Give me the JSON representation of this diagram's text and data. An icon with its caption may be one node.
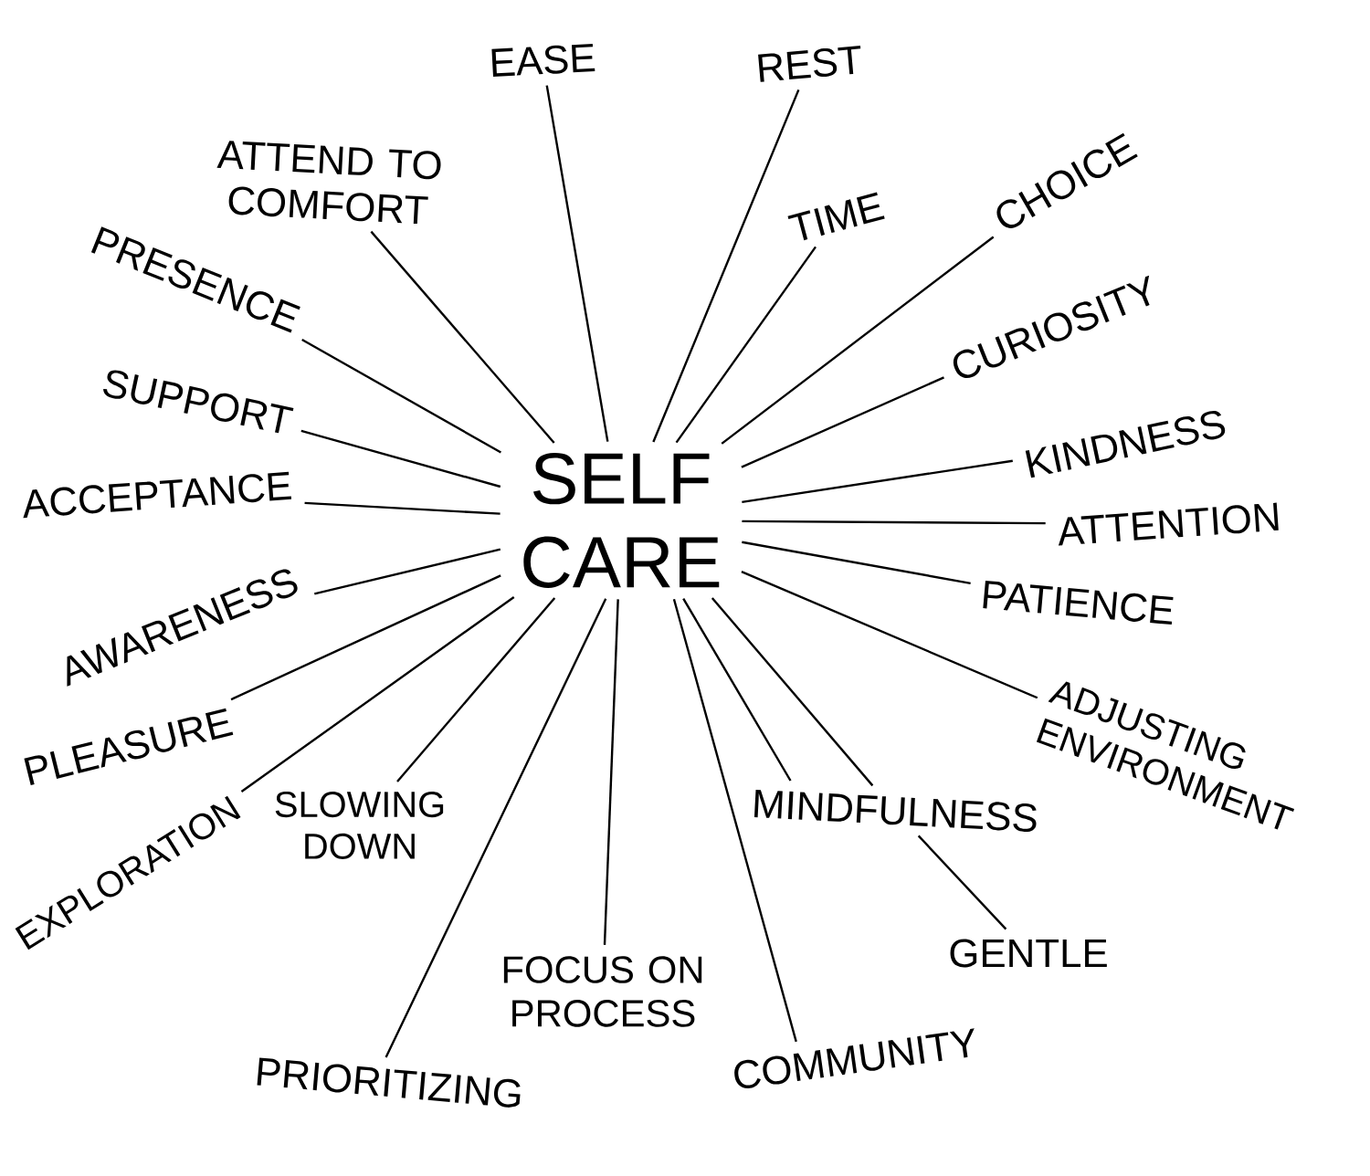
{
  "diagram": {
    "nodes": [
      {
        "text": [
          "SELF CARE"
        ]
      },
      {
        "text": [
          "EASE"
        ]
      },
      {
        "text": [
          "REST"
        ]
      },
      {
        "text": [
          "ATTEND TO COMFORT"
        ]
      },
      {
        "text": [
          "PRESENCE"
        ]
      },
      {
        "text": [
          "TIME"
        ]
      },
      {
        "text": [
          "CHOICE"
        ]
      },
      {
        "text": [
          "CURIOSITY"
        ]
      },
      {
        "text": [
          "SUPPORT"
        ]
      },
      {
        "text": [
          "KINDNESS"
        ]
      },
      {
        "text": [
          "ACCEPTANCE"
        ]
      },
      {
        "text": [
          "ATTENTION"
        ]
      },
      {
        "text": [
          "AWARENESS"
        ]
      },
      {
        "text": [
          "PATIENCE"
        ]
      },
      {
        "text": [
          "ADJUSTING ENVIRONMENT"
        ]
      },
      {
        "text": [
          "PLEASURE"
        ]
      },
      {
        "text": [
          "EXPLORATION"
        ]
      },
      {
        "text": [
          "SLOWING DOWN"
        ]
      },
      {
        "text": [
          "MINDFULNESS"
        ]
      },
      {
        "text": [
          "GENTLE"
        ]
      },
      {
        "text": [
          "FOCUS ON PROCESS"
        ]
      },
      {
        "text": [
          "PRIORITIZING"
        ]
      },
      {
        "text": [
          "COMMUNITY"
        ]
      }
    ],
    "edges": [
      {
        "from": 0,
        "to": 1,
        "arrow": "none"
      },
      {
        "from": 0,
        "to": 2,
        "arrow": "none"
      },
      {
        "from": 0,
        "to": 3,
        "arrow": "none"
      },
      {
        "from": 0,
        "to": 4,
        "arrow": "none"
      },
      {
        "from": 0,
        "to": 5,
        "arrow": "none"
      },
      {
        "from": 0,
        "to": 6,
        "arrow": "none"
      },
      {
        "from": 0,
        "to": 7,
        "arrow": "none"
      },
      {
        "from": 0,
        "to": 8,
        "arrow": "none"
      },
      {
        "from": 0,
        "to": 9,
        "arrow": "none"
      },
      {
        "from": 0,
        "to": 10,
        "arrow": "none"
      },
      {
        "from": 0,
        "to": 11,
        "arrow": "none"
      },
      {
        "from": 0,
        "to": 12,
        "arrow": "none"
      },
      {
        "from": 0,
        "to": 13,
        "arrow": "none"
      },
      {
        "from": 0,
        "to": 14,
        "arrow": "none"
      },
      {
        "from": 0,
        "to": 15,
        "arrow": "none"
      },
      {
        "from": 0,
        "to": 16,
        "arrow": "none"
      },
      {
        "from": 0,
        "to": 17,
        "arrow": "none"
      },
      {
        "from": 0,
        "to": 18,
        "arrow": "none"
      },
      {
        "from": 0,
        "to": 18,
        "arrow": "none"
      },
      {
        "from": 18,
        "to": 19,
        "arrow": "none"
      },
      {
        "from": 0,
        "to": 20,
        "arrow": "none"
      },
      {
        "from": 0,
        "to": 21,
        "arrow": "none"
      },
      {
        "from": 0,
        "to": 22,
        "arrow": "none"
      }
    ]
  }
}
